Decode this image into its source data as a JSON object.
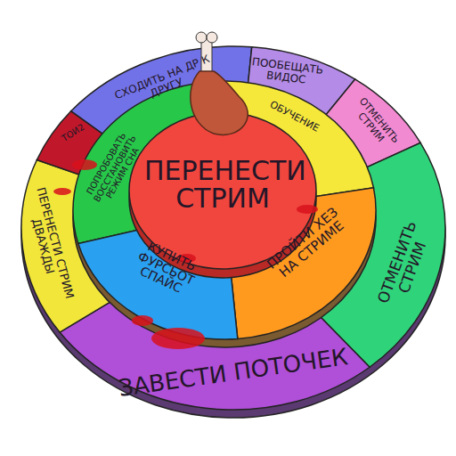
{
  "diagram": {
    "nodes": [
      {
        "text": [
          "СХОДИТЬ НА ДР К ДРУГУ"
        ]
      },
      {
        "text": [
          "ПООБЕЩАТЬ ВИДОС"
        ]
      },
      {
        "text": [
          "ТОИ2"
        ]
      },
      {
        "text": [
          "ПОПРОБОВАТЬ ВОССТАНОВИТЬ РЕЖИМ СНА"
        ]
      },
      {
        "text": [
          "ОБУЧЕНИЕ"
        ]
      },
      {
        "text": [
          "ОТМЕНИТЬ СТРИМ"
        ]
      },
      {
        "text": [
          "ПЕРЕНЕСТИ СТРИМ"
        ]
      },
      {
        "text": [
          "ПЕРЕНЕСТИ СТРИМ ДВАЖДЫ"
        ]
      },
      {
        "text": [
          "КУПИТЬ ФУРСЬОТ СПАЙС"
        ]
      },
      {
        "text": [
          "ПРОЙТИ ХЕЗ НА СТРИМЕ"
        ]
      },
      {
        "text": [
          "ОТМЕНИТЬ СТРИМ"
        ]
      },
      {
        "text": [
          "ЗАВЕСТИ ПОТОЧЕК"
        ]
      }
    ]
  }
}
